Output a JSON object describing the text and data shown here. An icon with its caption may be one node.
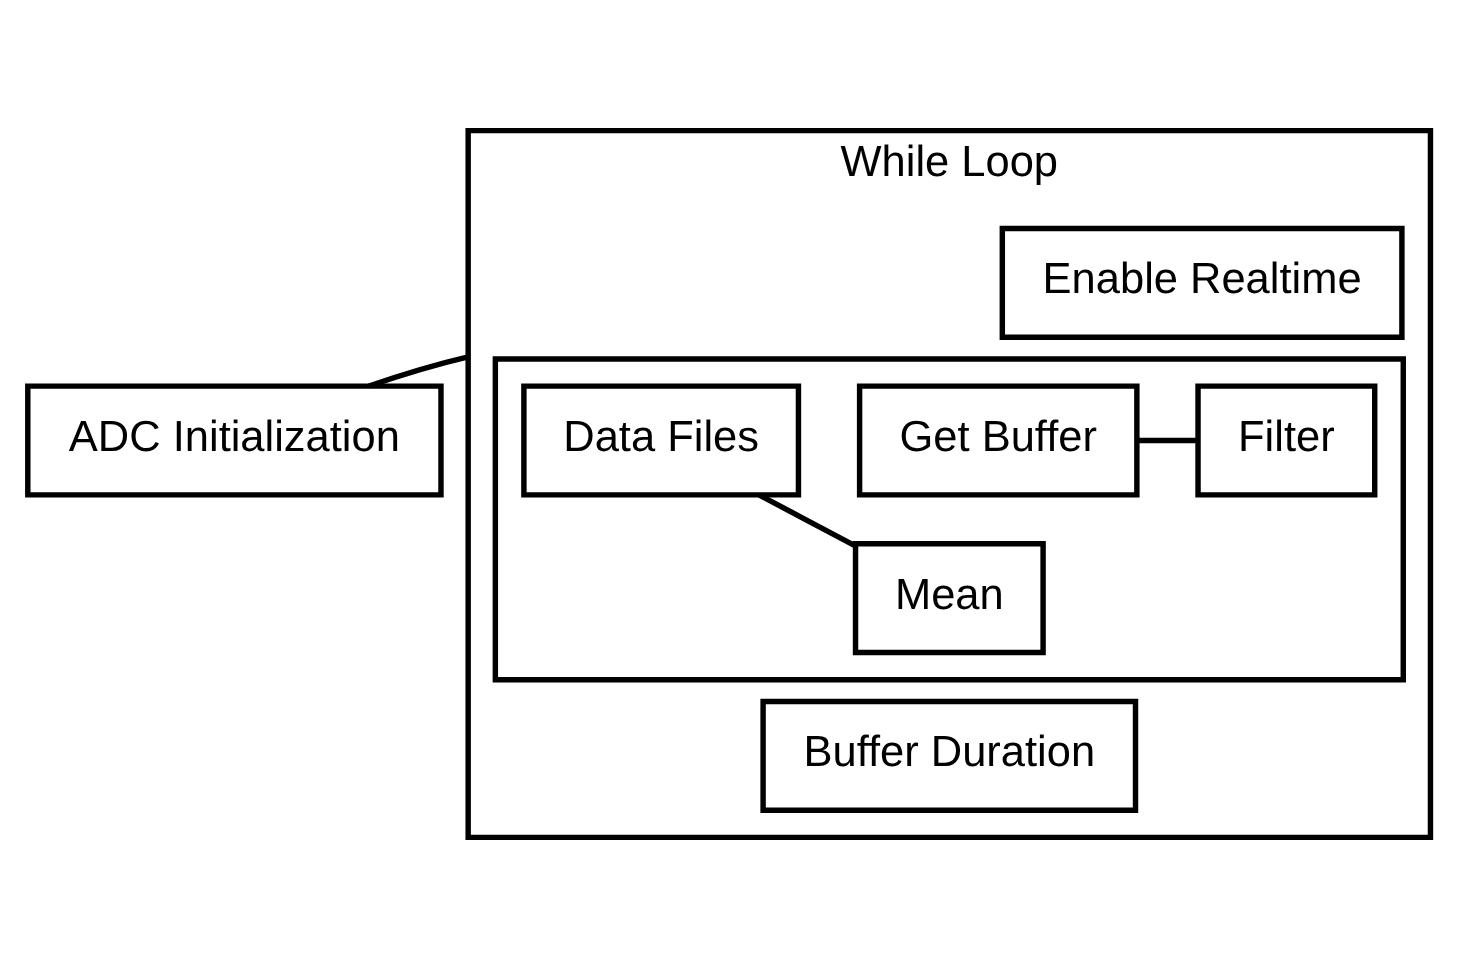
{
  "diagram": {
    "nodes": [
      {
        "text": [
          "ADC Initialization"
        ]
      },
      {
        "text": [
          "While Loop"
        ]
      },
      {
        "text": [
          "Enable Realtime"
        ],
        "in": 1
      },
      {
        "text": [],
        "shape": "box",
        "in": 1
      },
      {
        "text": [
          "Get Buffer"
        ],
        "in": 3
      },
      {
        "text": [
          "Filter"
        ],
        "in": 3
      },
      {
        "text": [
          "Mean"
        ],
        "in": 3
      },
      {
        "text": [
          "Data Files"
        ],
        "in": 3
      },
      {
        "text": [
          "Buffer Duration"
        ],
        "in": 1
      }
    ],
    "edges": [
      {
        "from": 0,
        "to": 1,
        "arrow": "none"
      },
      {
        "from": 4,
        "to": 5,
        "arrow": "none"
      },
      {
        "from": 6,
        "to": 7,
        "arrow": "none"
      }
    ]
  }
}
